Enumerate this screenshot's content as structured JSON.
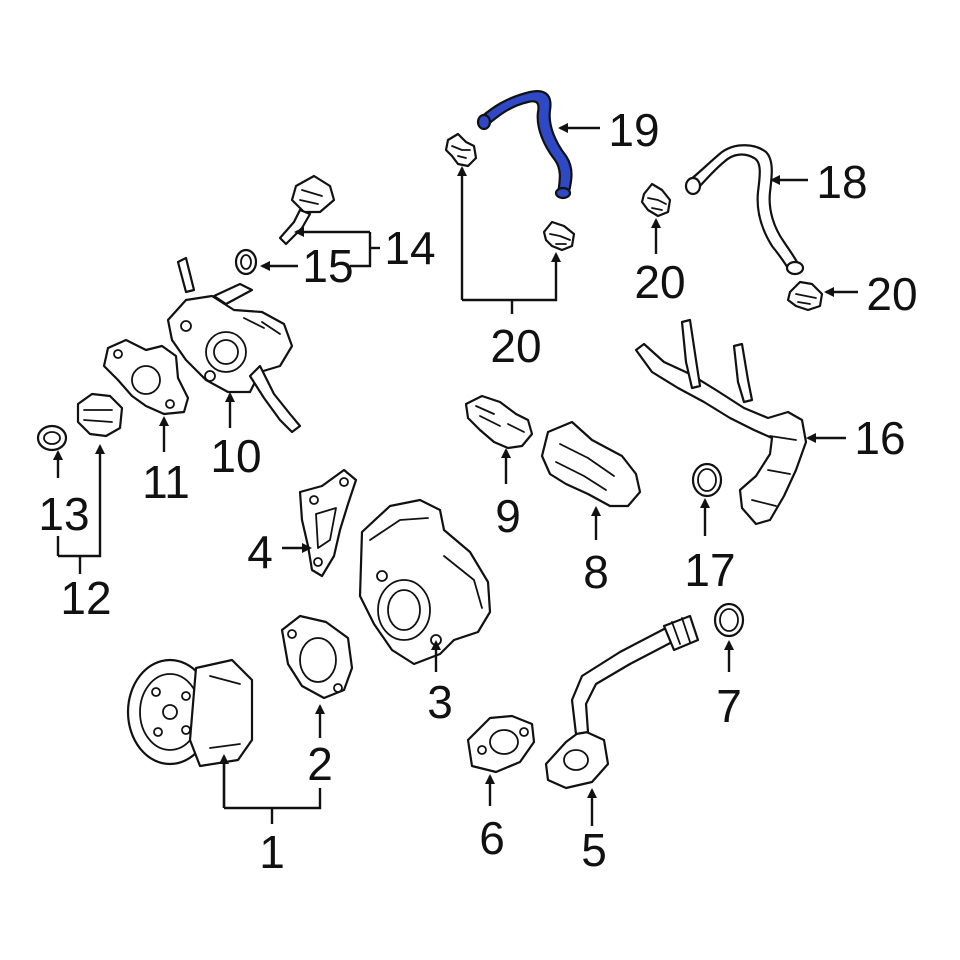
{
  "colors": {
    "line": "#111111",
    "background": "#ffffff",
    "highlight": "#2f48c6"
  },
  "highlighted_part": "19",
  "labels": {
    "p1": "1",
    "p2": "2",
    "p3": "3",
    "p4": "4",
    "p5": "5",
    "p6": "6",
    "p7": "7",
    "p8": "8",
    "p9": "9",
    "p10": "10",
    "p11": "11",
    "p12": "12",
    "p13": "13",
    "p14": "14",
    "p15": "15",
    "p16": "16",
    "p17": "17",
    "p18": "18",
    "p19": "19",
    "p20a": "20",
    "p20b": "20",
    "p20c": "20"
  }
}
